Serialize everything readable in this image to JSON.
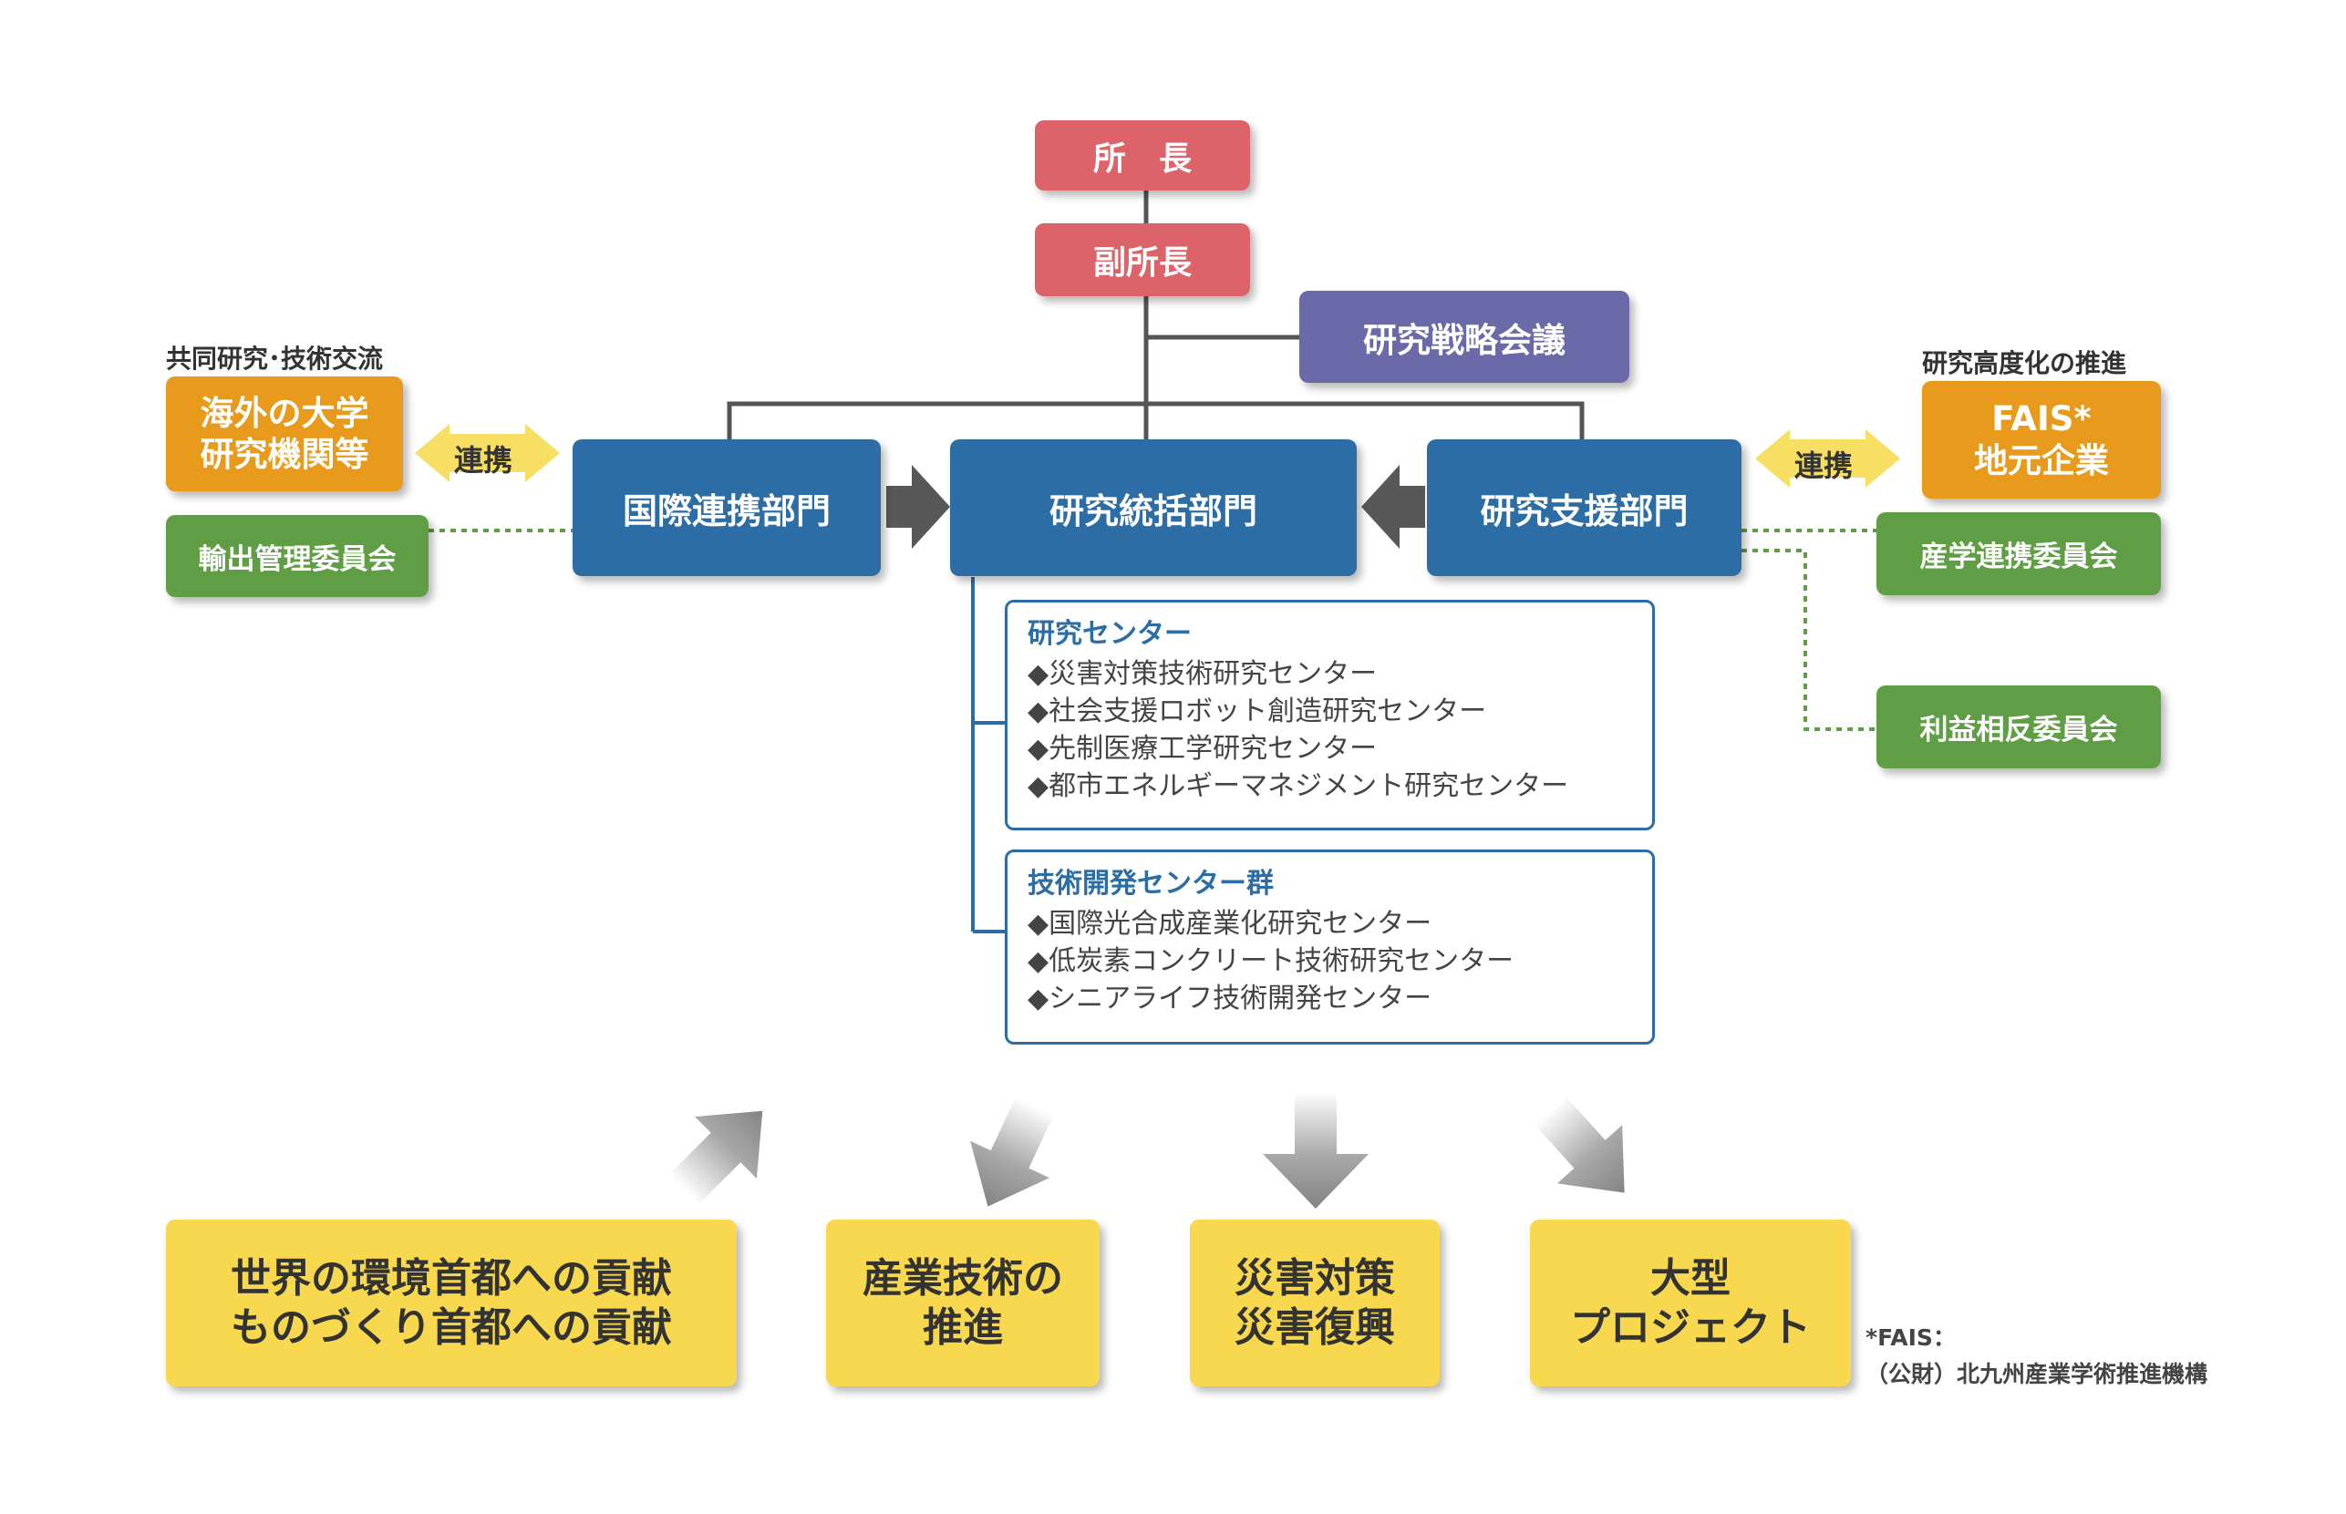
{
  "top": {
    "director": "所　長",
    "vice_director": "副所長",
    "strategy_council": "研究戦略会議"
  },
  "departments": {
    "international": "国際連携部門",
    "coordination": "研究統括部門",
    "support": "研究支援部門"
  },
  "left": {
    "caption": "共同研究･技術交流",
    "partner_line1": "海外の大学",
    "partner_line2": "研究機関等",
    "link_label": "連携",
    "committee": "輸出管理委員会"
  },
  "right": {
    "caption": "研究高度化の推進",
    "partner_line1": "FAIS*",
    "partner_line2": "地元企業",
    "link_label": "連携",
    "committee1": "産学連携委員会",
    "committee2": "利益相反委員会"
  },
  "research_centers": {
    "title": "研究センター",
    "items": [
      "◆災害対策技術研究センター",
      "◆社会支援ロボット創造研究センター",
      "◆先制医療工学研究センター",
      "◆都市エネルギーマネジメント研究センター"
    ]
  },
  "tech_centers": {
    "title": "技術開発センター群",
    "items": [
      "◆国際光合成産業化研究センター",
      "◆低炭素コンクリート技術研究センター",
      "◆シニアライフ技術開発センター"
    ]
  },
  "outcomes": [
    {
      "line1": "世界の環境首都への貢献",
      "line2": "ものづくり首都への貢献"
    },
    {
      "line1": "産業技術の",
      "line2": "推進"
    },
    {
      "line1": "災害対策",
      "line2": "災害復興"
    },
    {
      "line1": "大型",
      "line2": "プロジェクト"
    }
  ],
  "footnote": {
    "line1": "*FAIS：",
    "line2": "（公財）北九州産業学術推進機構"
  },
  "colors": {
    "red": "#dc6369",
    "purple": "#6b6aa8",
    "blue": "#2c6da5",
    "orange": "#e89a1d",
    "green": "#5f9e45",
    "yellow": "#f8d84f"
  }
}
